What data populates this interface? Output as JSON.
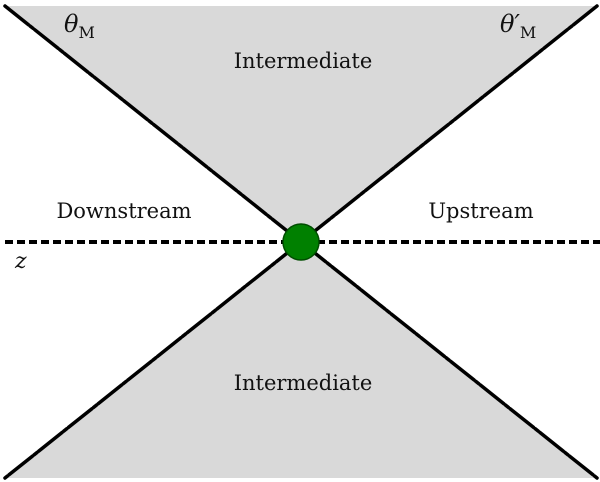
{
  "labels": {
    "intermediate_top": "Intermediate",
    "intermediate_bottom": "Intermediate",
    "downstream": "Downstream",
    "upstream": "Upstream",
    "axis": "z",
    "theta_left": "θ",
    "theta_left_sub": "M",
    "theta_right": "θ′",
    "theta_right_sub": "M"
  },
  "colors": {
    "shaded_region": "#d9d9d9",
    "background": "#ffffff",
    "center_point": "#008000",
    "lines": "#000000"
  }
}
